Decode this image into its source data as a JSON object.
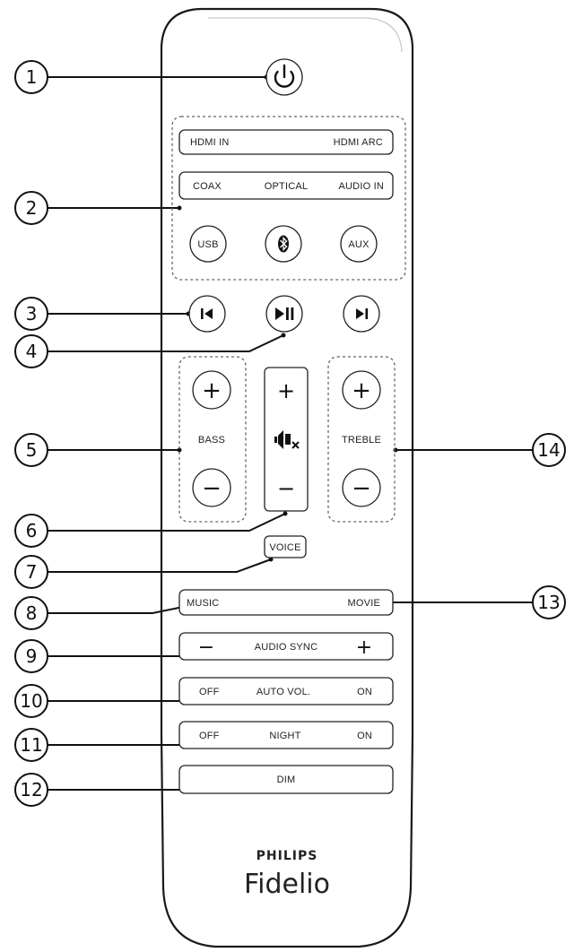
{
  "remote": {
    "power_icon": "power-icon",
    "source": {
      "hdmi_in": "HDMI IN",
      "hdmi_arc": "HDMI ARC",
      "coax": "COAX",
      "optical": "OPTICAL",
      "audio_in": "AUDIO IN",
      "usb": "USB",
      "bluetooth_icon": "bluetooth-icon",
      "aux": "AUX"
    },
    "transport": {
      "prev_icon": "skip-previous-icon",
      "play_pause_icon": "play-pause-icon",
      "next_icon": "skip-next-icon"
    },
    "bass": {
      "label": "BASS",
      "plus": "+",
      "minus": "−"
    },
    "volume": {
      "plus": "+",
      "minus": "−",
      "mute_icon": "mute-icon"
    },
    "treble": {
      "label": "TREBLE",
      "plus": "+",
      "minus": "−"
    },
    "voice": "VOICE",
    "music": "MUSIC",
    "movie": "MOVIE",
    "audio_sync": {
      "minus": "−",
      "label": "AUDIO SYNC",
      "plus": "+"
    },
    "auto_vol": {
      "off": "OFF",
      "label": "AUTO VOL.",
      "on": "ON"
    },
    "night": {
      "off": "OFF",
      "label": "NIGHT",
      "on": "ON"
    },
    "dim": "DIM",
    "brand": "PHILIPS",
    "model": "Fidelio"
  },
  "callouts": [
    "1",
    "2",
    "3",
    "4",
    "5",
    "6",
    "7",
    "8",
    "9",
    "10",
    "11",
    "12",
    "13",
    "14"
  ]
}
